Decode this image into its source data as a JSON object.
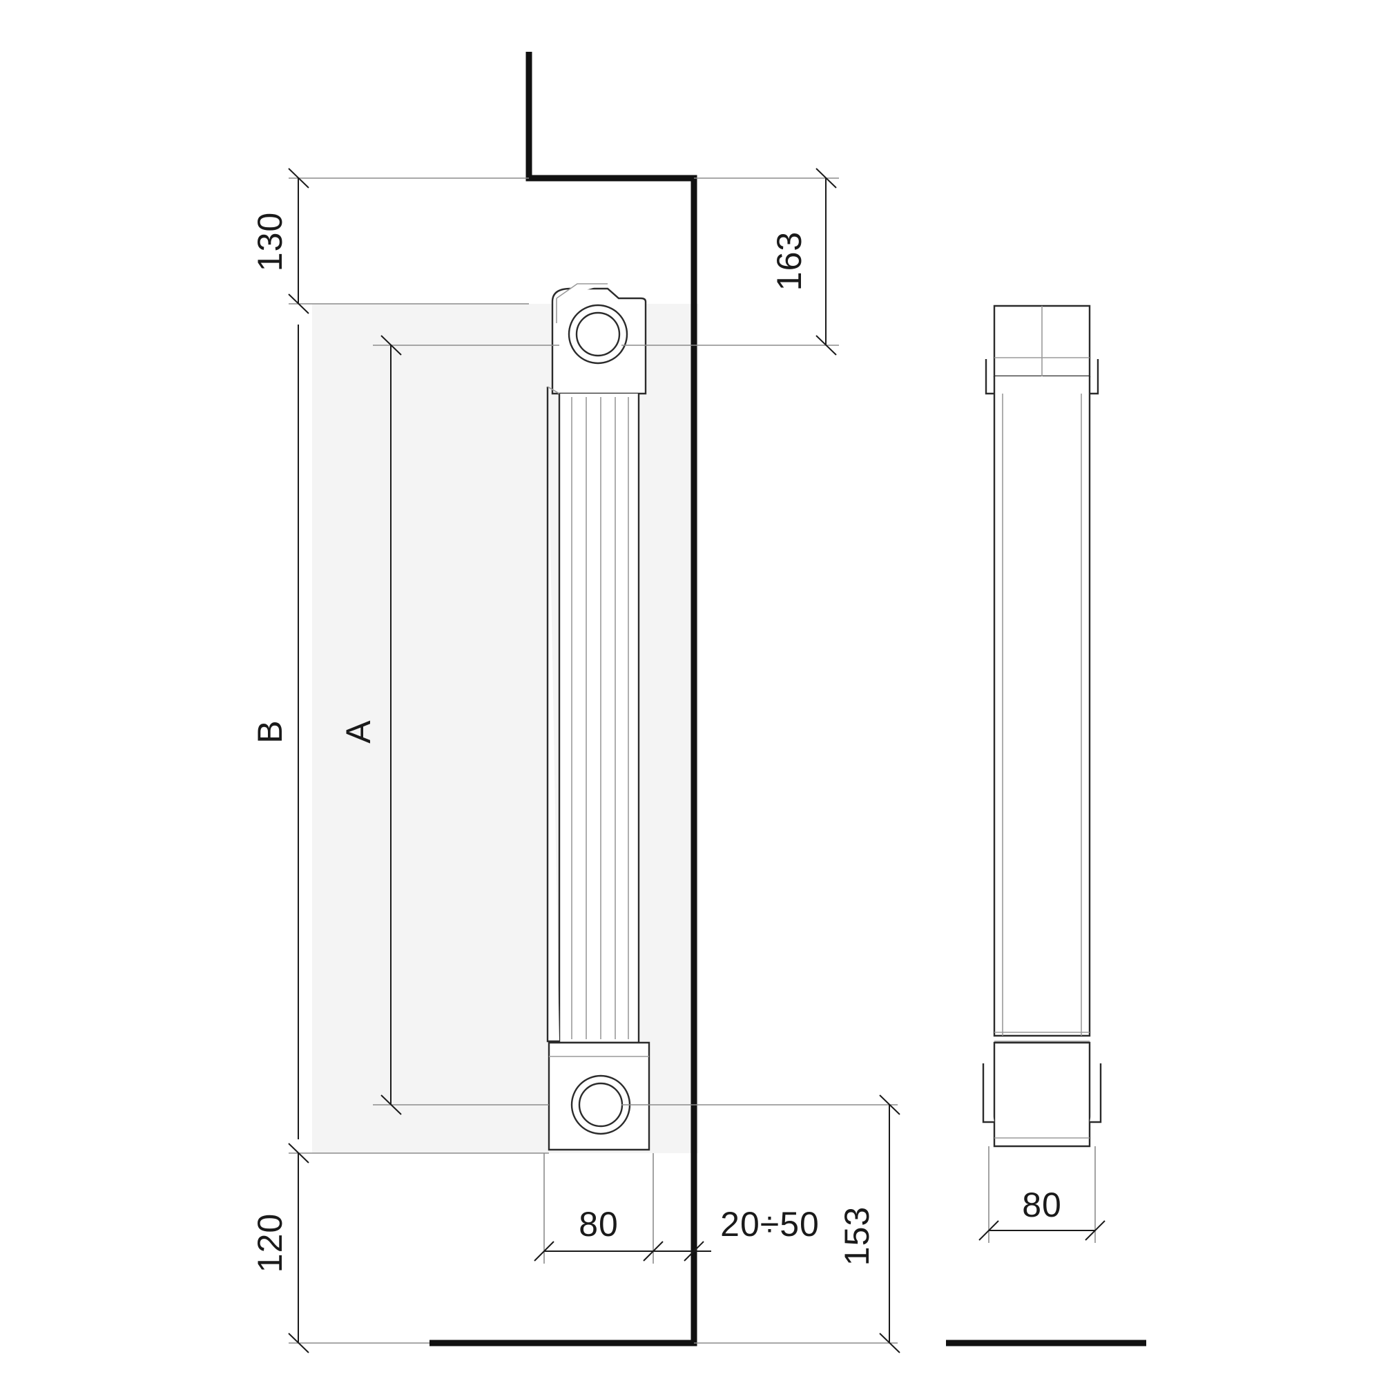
{
  "drawing": {
    "title": "radiator-dimension-drawing",
    "views": [
      {
        "name": "front-view",
        "label": ""
      },
      {
        "name": "side-view",
        "label": ""
      }
    ],
    "dimensions": {
      "top_offset": "130",
      "inlet_offset": "163",
      "overall_height_letter": "B",
      "center_distance_letter": "A",
      "bottom_offset": "120",
      "depth_front": "80",
      "wall_gap": "20÷50",
      "bottom_outlet": "153",
      "depth_side": "80"
    },
    "colors": {
      "line": "#1a1a1a",
      "thin_line": "#8c8c8c",
      "fill": "#ffffff",
      "shade": "#f4f4f4"
    }
  }
}
